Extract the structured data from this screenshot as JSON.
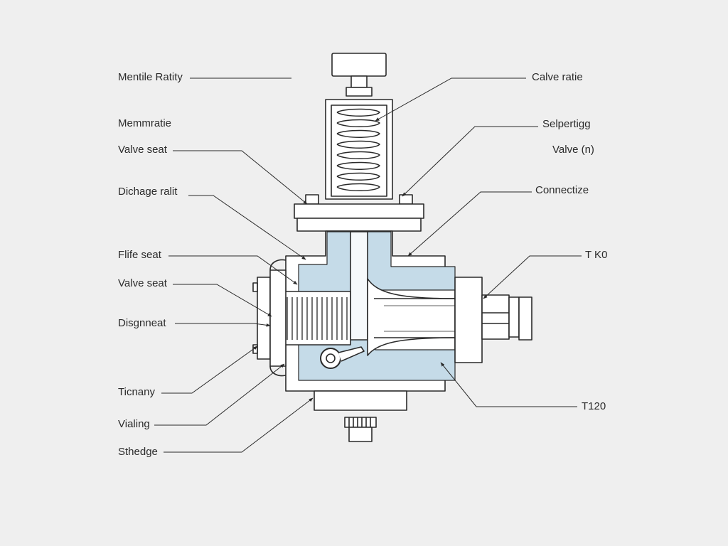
{
  "colors": {
    "background": "#efefef",
    "stroke": "#2a2a2a",
    "fluid": "#c5dbe8",
    "body_fill": "#ffffff"
  },
  "labels_left": [
    "Mentile Ratity",
    "Memmratie",
    "Valve seat",
    "Dichage ralit",
    "Flife seat",
    "Valve seat",
    "Disgnneat",
    "Ticnany",
    "Vialing",
    "Sthedge"
  ],
  "labels_right": [
    "Calve ratie",
    "Selpertigg",
    "Valve (n)",
    "Connectize",
    "T K0",
    "T120"
  ]
}
